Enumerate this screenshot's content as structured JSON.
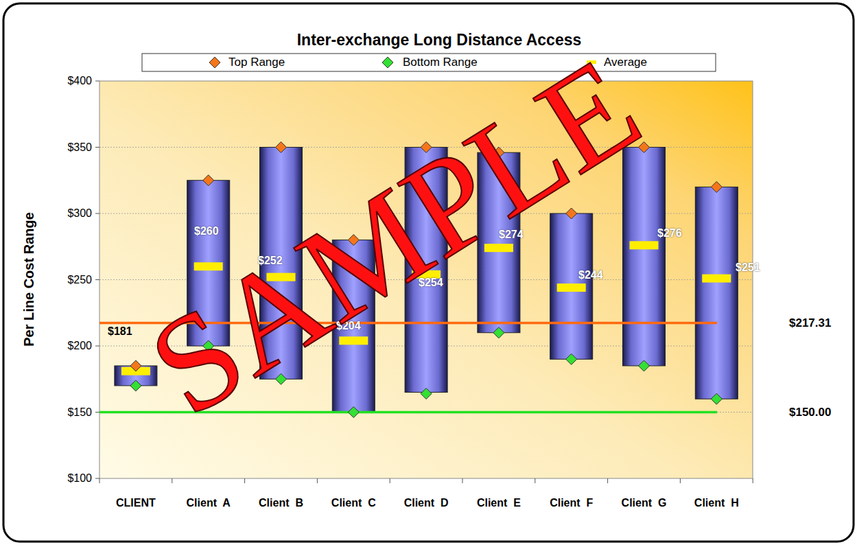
{
  "diagram": {
    "title": "Inter-exchange Long Distance Access",
    "labels": [
      "$400",
      "$350",
      "$300",
      "$250",
      "$200",
      "$150",
      "$100",
      "Per Line Cost Range",
      "CLIENT",
      "Client  A",
      "Client  B",
      "Client  C",
      "Client  D",
      "Client  E",
      "Client  F",
      "Client  G",
      "Client  H",
      "$181",
      "$260",
      "$252",
      "$204",
      "$254",
      "$274",
      "$244",
      "$276",
      "$251",
      "$217.31",
      "$150.00",
      "SAMPLE"
    ],
    "legend": [
      {
        "text": "Top Range"
      },
      {
        "text": "Bottom Range"
      },
      {
        "text": "Average"
      }
    ]
  }
}
